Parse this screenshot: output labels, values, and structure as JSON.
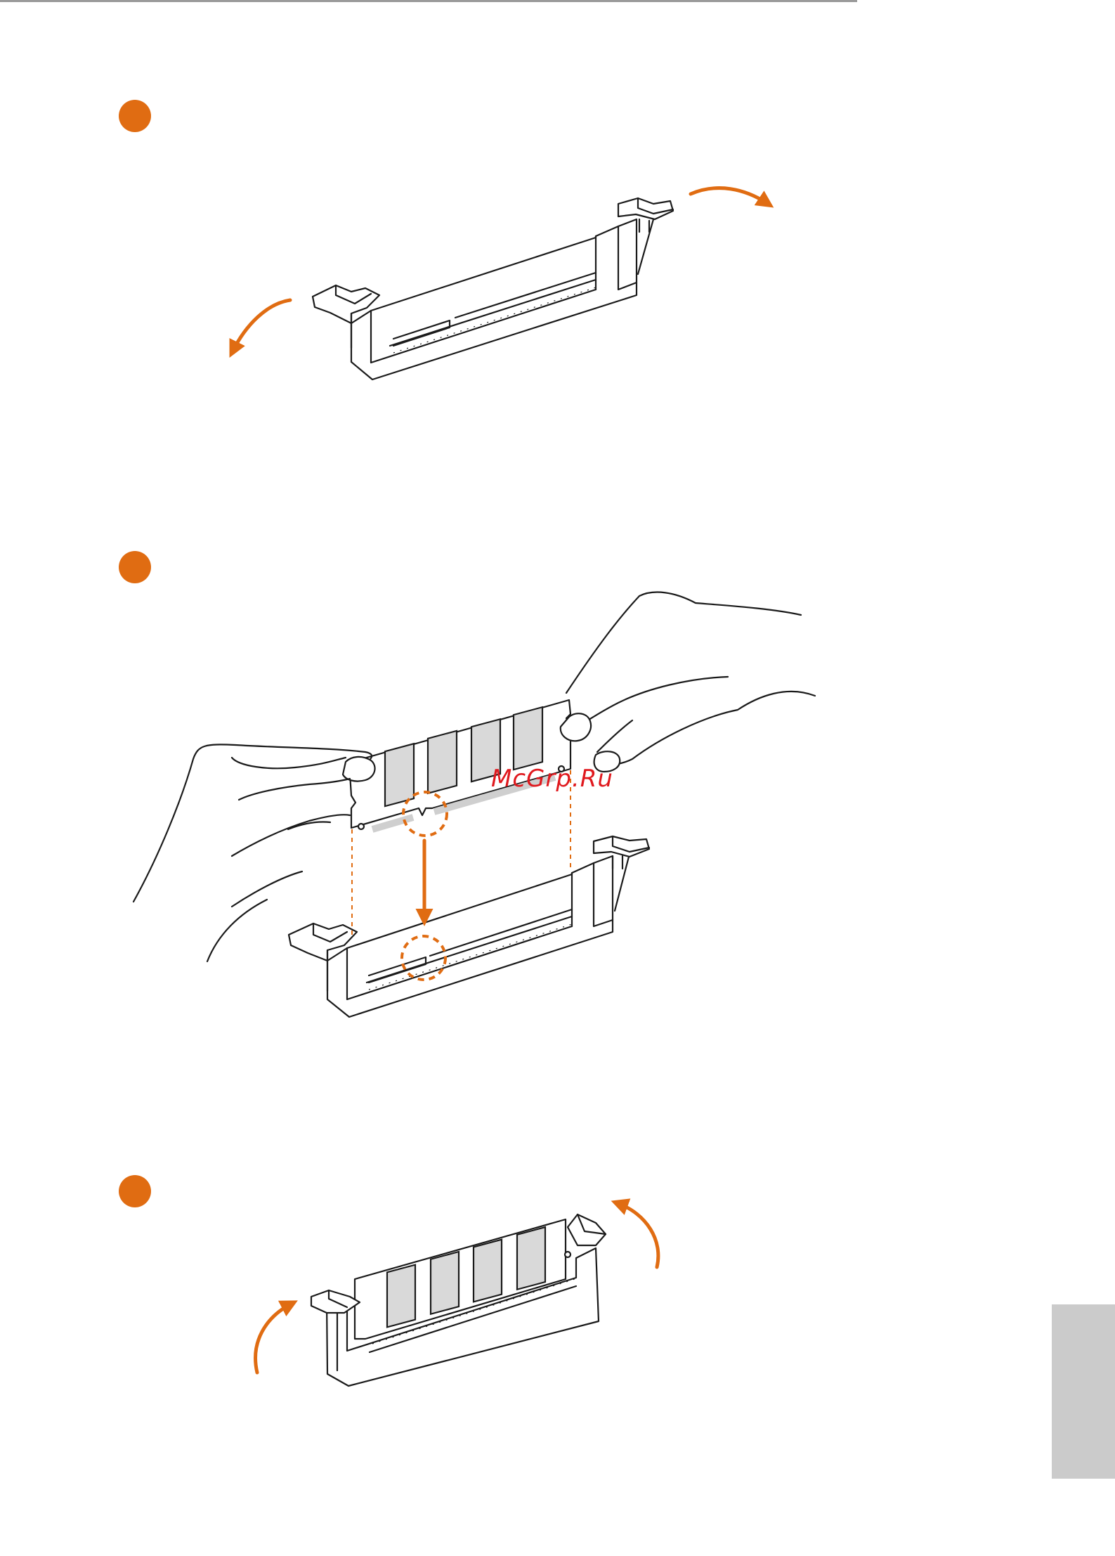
{
  "colors": {
    "accent": "#e06c12",
    "line": "#1a1a1a",
    "chip_fill": "#d9d9d9",
    "side_tab": "#cbcbcb",
    "watermark": "#e0191e"
  },
  "watermark": "McGrp.Ru",
  "steps": [
    {
      "marker_icon": "orange-dot",
      "action": "unlock-clips"
    },
    {
      "marker_icon": "orange-dot",
      "action": "align-notch-and-insert"
    },
    {
      "marker_icon": "orange-dot",
      "action": "lock-clips"
    }
  ]
}
